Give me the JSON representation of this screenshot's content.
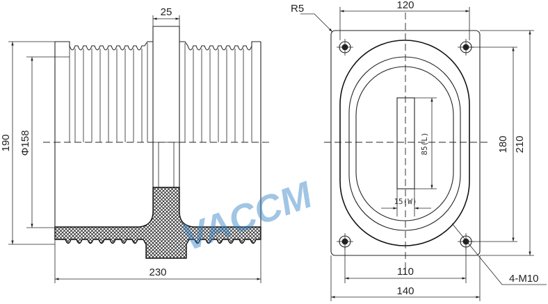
{
  "drawing": {
    "dims_side": {
      "top_width": "25",
      "height": "190",
      "diameter": "Φ158",
      "bottom_width": "230"
    },
    "dims_front": {
      "radius": "R5",
      "top_width": "120",
      "slot_length": "85(L)",
      "slot_width": "15(W)",
      "inner_height": "180",
      "outer_height": "210",
      "hole_spacing": "110",
      "base_width": "140",
      "bolt_spec": "4-M10"
    },
    "watermark": "VACCM"
  }
}
